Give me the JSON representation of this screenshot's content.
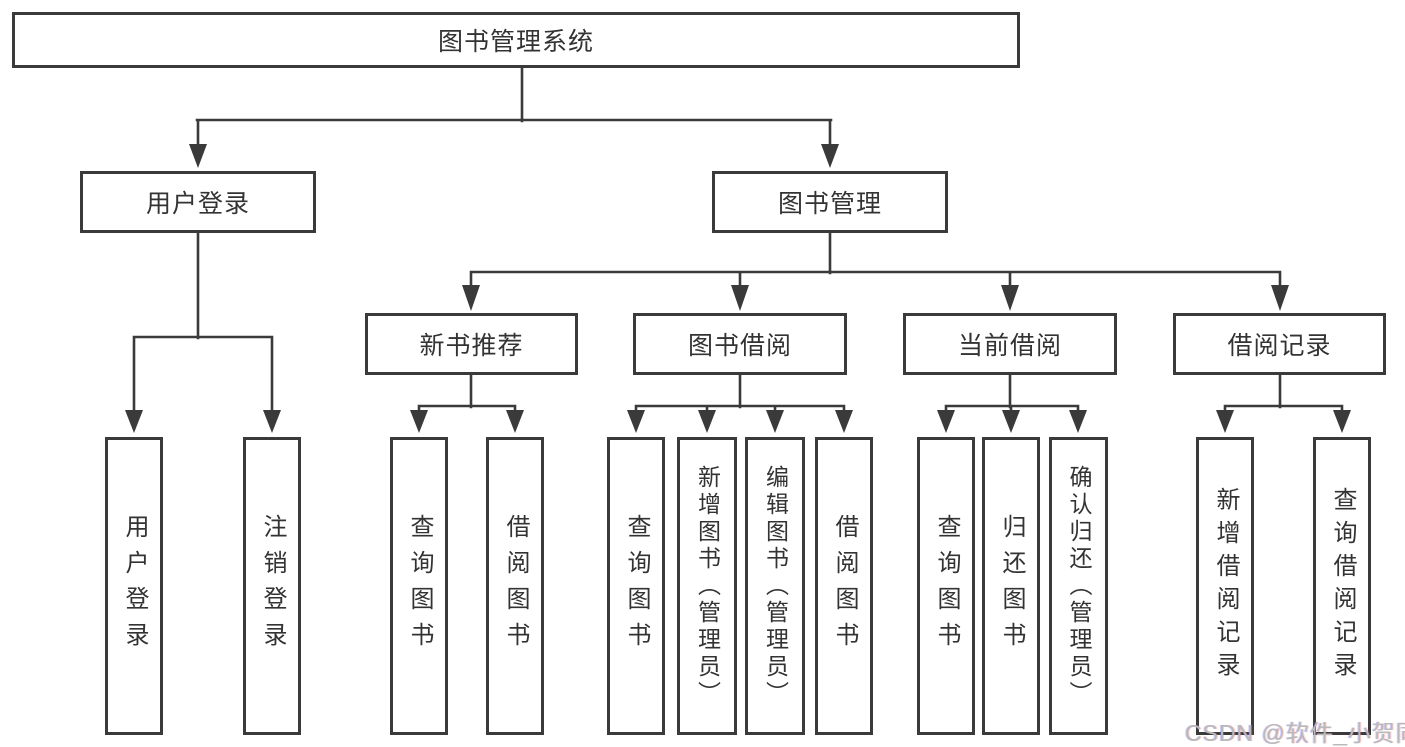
{
  "colors": {
    "line": "#3a3a3a",
    "box_border": "#3a3a3a",
    "box_fill": "#ffffff",
    "text": "#333333",
    "watermark": "#b9b9b9",
    "background": "#ffffff"
  },
  "watermark": {
    "text": "CSDN @软件_小贺同学"
  },
  "tree": {
    "root": {
      "label": "图书管理系统"
    },
    "branches": [
      {
        "label": "用户登录",
        "children": [
          {
            "label": "用户登录"
          },
          {
            "label": "注销登录"
          }
        ]
      },
      {
        "label": "图书管理",
        "children": [
          {
            "label": "新书推荐",
            "children": [
              {
                "label": "查询图书"
              },
              {
                "label": "借阅图书"
              }
            ]
          },
          {
            "label": "图书借阅",
            "children": [
              {
                "label": "查询图书"
              },
              {
                "label": "新增图书（管理员）"
              },
              {
                "label": "编辑图书（管理员）"
              },
              {
                "label": "借阅图书"
              }
            ]
          },
          {
            "label": "当前借阅",
            "children": [
              {
                "label": "查询图书"
              },
              {
                "label": "归还图书"
              },
              {
                "label": "确认归还（管理员）"
              }
            ]
          },
          {
            "label": "借阅记录",
            "children": [
              {
                "label": "新增借阅记录"
              },
              {
                "label": "查询借阅记录"
              }
            ]
          }
        ]
      }
    ]
  }
}
